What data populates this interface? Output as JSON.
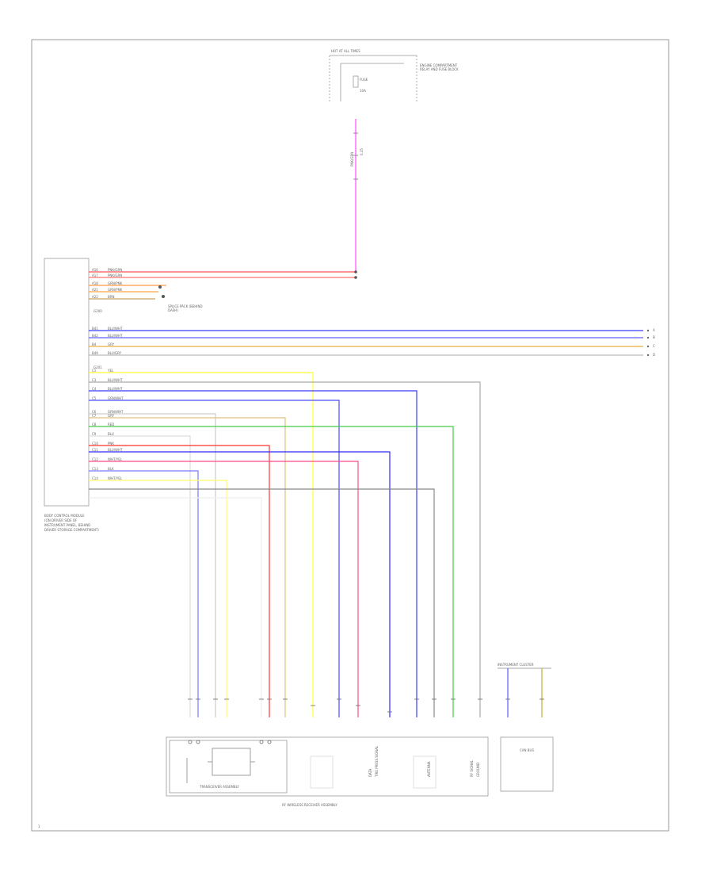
{
  "page_id": "1",
  "top_fuse": {
    "header": "HOT AT ALL TIMES",
    "fuse_name": "FUSE",
    "fuse_rating": "10A",
    "side_note": "ENGINE COMPARTMENT RELAY AND FUSE BLOCK"
  },
  "power_wire": {
    "color": "PNK/GRN",
    "gauge": "0.35"
  },
  "body_module": {
    "title": "BODY CONTROL MODULE",
    "notes": [
      "(ON DRIVER SIDE OF",
      "INSTRUMENT PANEL, BEHIND",
      "DRIVER STORAGE COMPARTMENT)"
    ]
  },
  "module_pins": [
    {
      "pin": "A16",
      "color": "PNK/GRN",
      "hex": "#ff4a4a"
    },
    {
      "pin": "A17",
      "color": "PNK/GRN",
      "hex": "#ff6a6a"
    },
    {
      "pin": "A18",
      "color": "GRN/PNK",
      "hex": "#ff9a4a"
    },
    {
      "pin": "A21",
      "color": "GRN/PNK",
      "hex": "#ffa840"
    },
    {
      "pin": "A22",
      "color": "BRN",
      "hex": "#c8a060"
    },
    {
      "pin": "B41",
      "color": "BLU/WHT",
      "hex": "#3a3aff"
    },
    {
      "pin": "B42",
      "color": "BLU/WHT",
      "hex": "#5050ff"
    },
    {
      "pin": "B4",
      "color": "GRY",
      "hex": "#e8b040"
    },
    {
      "pin": "B49",
      "color": "BLU/GRY",
      "hex": "#aaaaaa"
    },
    {
      "pin": "C1",
      "color": "YEL",
      "hex": "#ffff33"
    },
    {
      "pin": "C3",
      "color": "BLU/WHT",
      "hex": "#8888ff"
    },
    {
      "pin": "C4",
      "color": "BLU/WHT",
      "hex": "#3a3aff"
    },
    {
      "pin": "C5",
      "color": "GRN/WHT",
      "hex": "#e0c080"
    },
    {
      "pin": "C6",
      "color": "GRN/WHT",
      "hex": "#44cc44"
    },
    {
      "pin": "C7",
      "color": "GRY",
      "hex": "#cccccc"
    },
    {
      "pin": "C8",
      "color": "RED",
      "hex": "#ff3333"
    },
    {
      "pin": "C9",
      "color": "BLU",
      "hex": "#2a2aff"
    },
    {
      "pin": "C10",
      "color": "PNK",
      "hex": "#ff4a8a"
    },
    {
      "pin": "C11",
      "color": "BLU/WHT",
      "hex": "#7a7aff"
    },
    {
      "pin": "C12",
      "color": "WHT/YEL",
      "hex": "#dddddd"
    },
    {
      "pin": "C13",
      "color": "BLK",
      "hex": "#888888"
    },
    {
      "pin": "C14",
      "color": "WHT/YEL",
      "hex": "#eeeeee"
    }
  ],
  "ground_labels": [
    "G200",
    "G201"
  ],
  "splice_note": "SPLICE PACK (BEHIND DASH)",
  "continue_marks": [
    "A",
    "B",
    "C",
    "D"
  ],
  "antenna": {
    "header": "INSTRUMENT CLUSTER",
    "label": "CAN BUS"
  },
  "bottom_labels": {
    "assembly": "RF WIRELESS RECEIVER ASSEMBLY",
    "sub_assembly": "TRANSCEIVER ASSEMBLY"
  },
  "stack_labels": [
    "DATA",
    "TIRE PRESS SIGNAL",
    "ANTENNA",
    "RF SIGNAL",
    "GROUND"
  ]
}
